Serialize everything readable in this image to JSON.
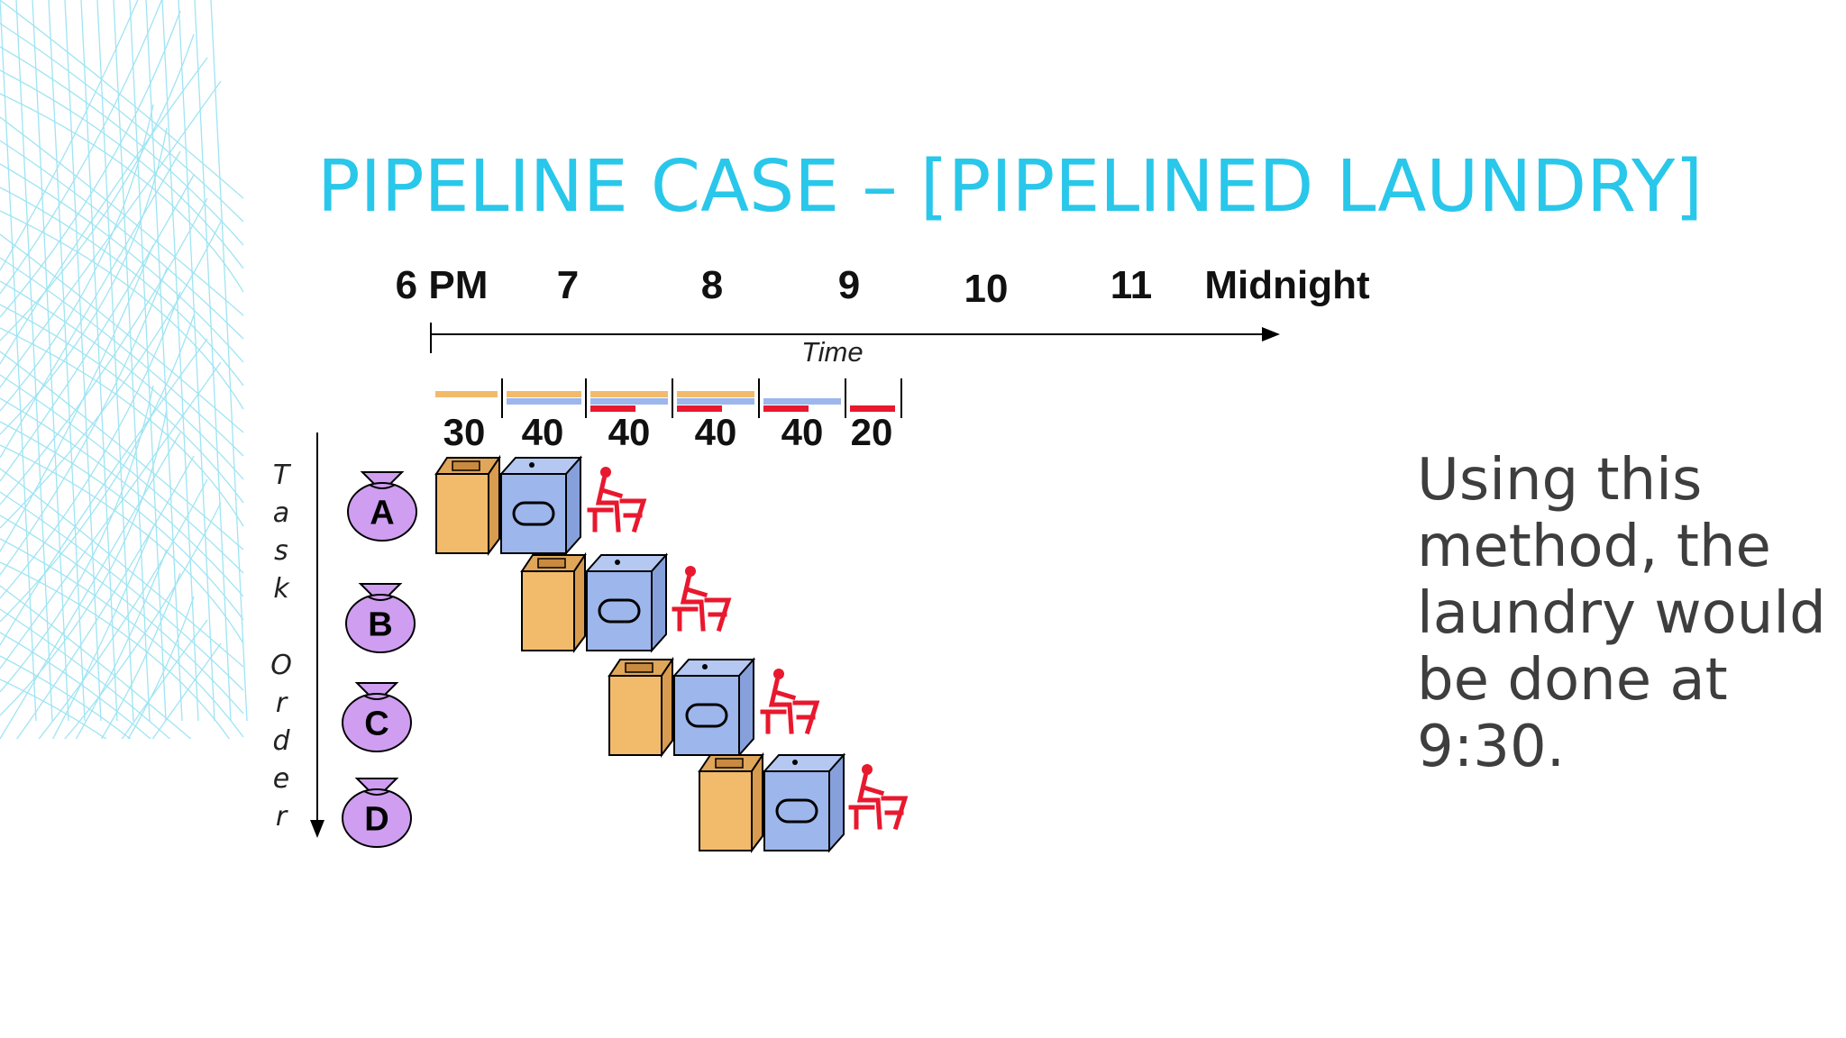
{
  "title": "PIPELINE CASE – [PIPELINED LAUNDRY]",
  "time_labels": [
    "6 PM",
    "7",
    "8",
    "9",
    "10",
    "11",
    "Midnight"
  ],
  "time_axis_label": "Time",
  "durations": [
    "30",
    "40",
    "40",
    "40",
    "40",
    "20"
  ],
  "vertical_axis_label": [
    "T",
    "a",
    "s",
    "k",
    "",
    "O",
    "r",
    "d",
    "e",
    "r"
  ],
  "tasks": [
    "A",
    "B",
    "C",
    "D"
  ],
  "side_text": "Using this method, the laundry would be done at 9:30.",
  "colors": {
    "title": "#29c7ea",
    "washer": "#f2bb6b",
    "dryer": "#9db6ec",
    "folder": "#e8182e",
    "bag": "#cf9ef0",
    "wire_deco": "#7fdcf0"
  },
  "icons": [
    "wire-mesh-decoration",
    "laundry-bag-icon",
    "washer-icon",
    "dryer-icon",
    "folding-person-icon"
  ]
}
